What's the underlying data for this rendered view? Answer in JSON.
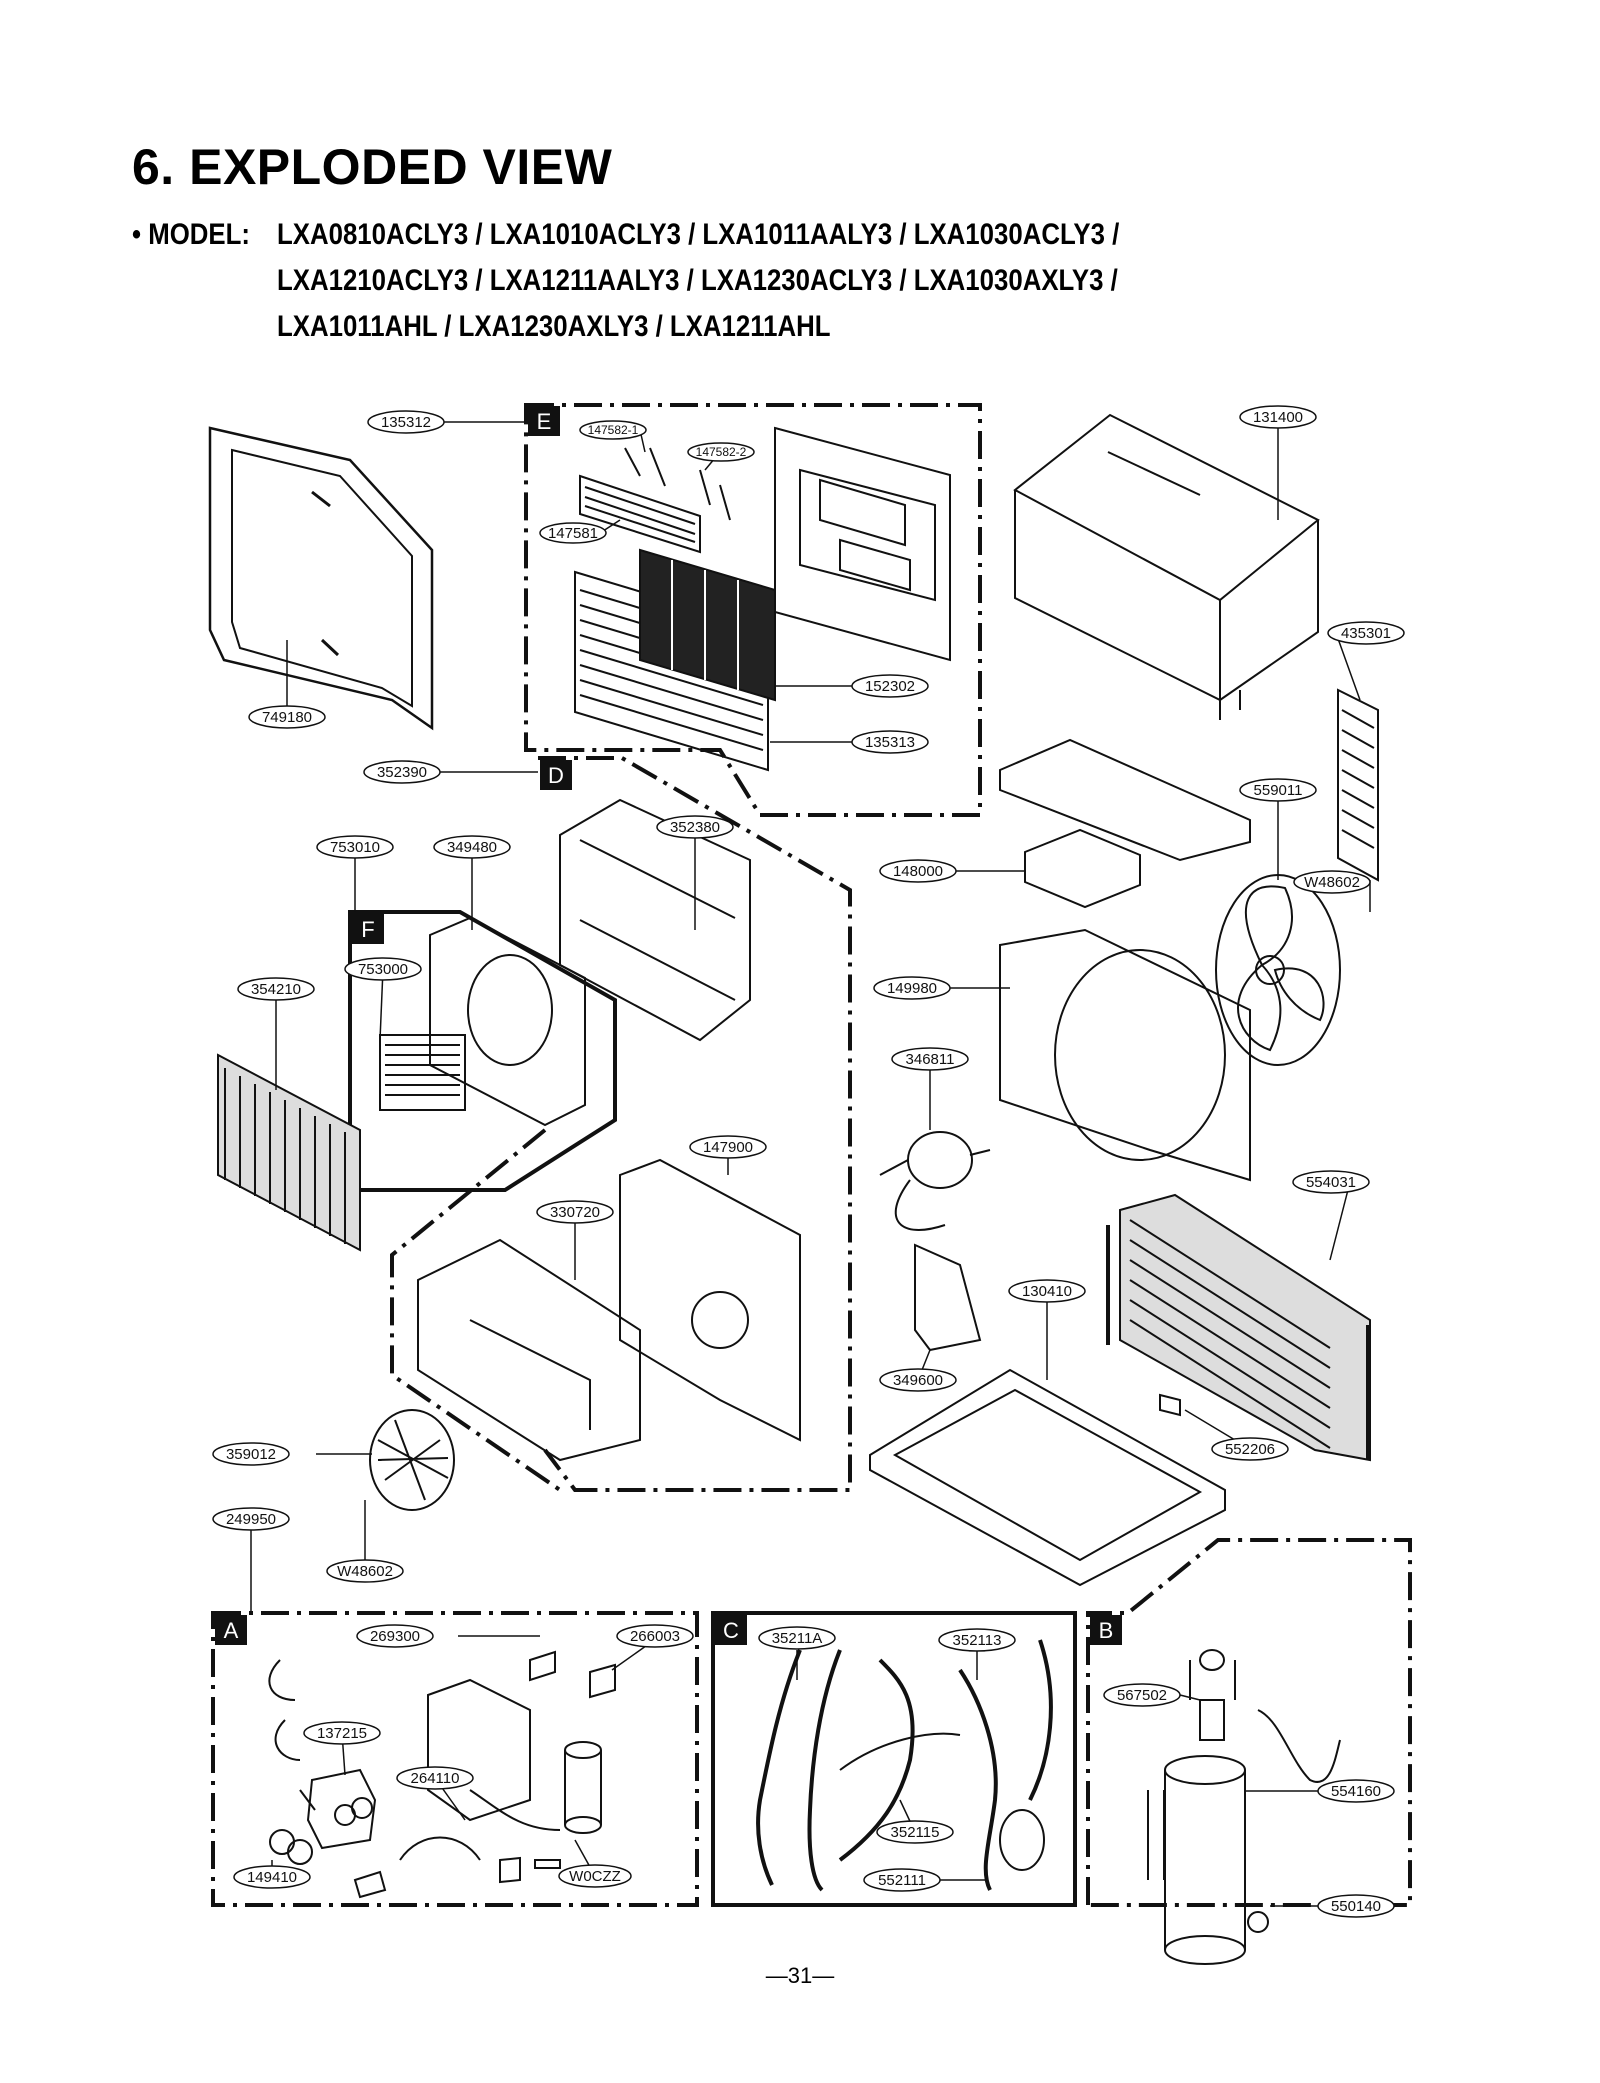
{
  "title": "6. EXPLODED VIEW",
  "model": {
    "prefix": "• MODEL:",
    "lines": [
      "LXA0810ACLY3 / LXA1010ACLY3 / LXA1011AALY3 / LXA1030ACLY3 /",
      "LXA1210ACLY3 / LXA1211AALY3 / LXA1230ACLY3 / LXA1030AXLY3 /",
      "LXA1011AHL / LXA1230AXLY3 / LXA1211AHL"
    ]
  },
  "sections": [
    "E",
    "D",
    "F",
    "A",
    "C",
    "B"
  ],
  "part_labels": [
    "135312",
    "147582-1",
    "147582-2",
    "147581",
    "152302",
    "135313",
    "131400",
    "435301",
    "749180",
    "352390",
    "352380",
    "753010",
    "349480",
    "753000",
    "354210",
    "148000",
    "559011",
    "W48602",
    "149980",
    "346811",
    "147900",
    "330720",
    "554031",
    "130410",
    "349600",
    "552206",
    "359012",
    "249950",
    "W48602",
    "269300",
    "266003",
    "137215",
    "264110",
    "W0CZZ",
    "149410",
    "35211A",
    "352113",
    "352115",
    "552111",
    "567502",
    "554160",
    "550140"
  ],
  "page_number": "—31—"
}
